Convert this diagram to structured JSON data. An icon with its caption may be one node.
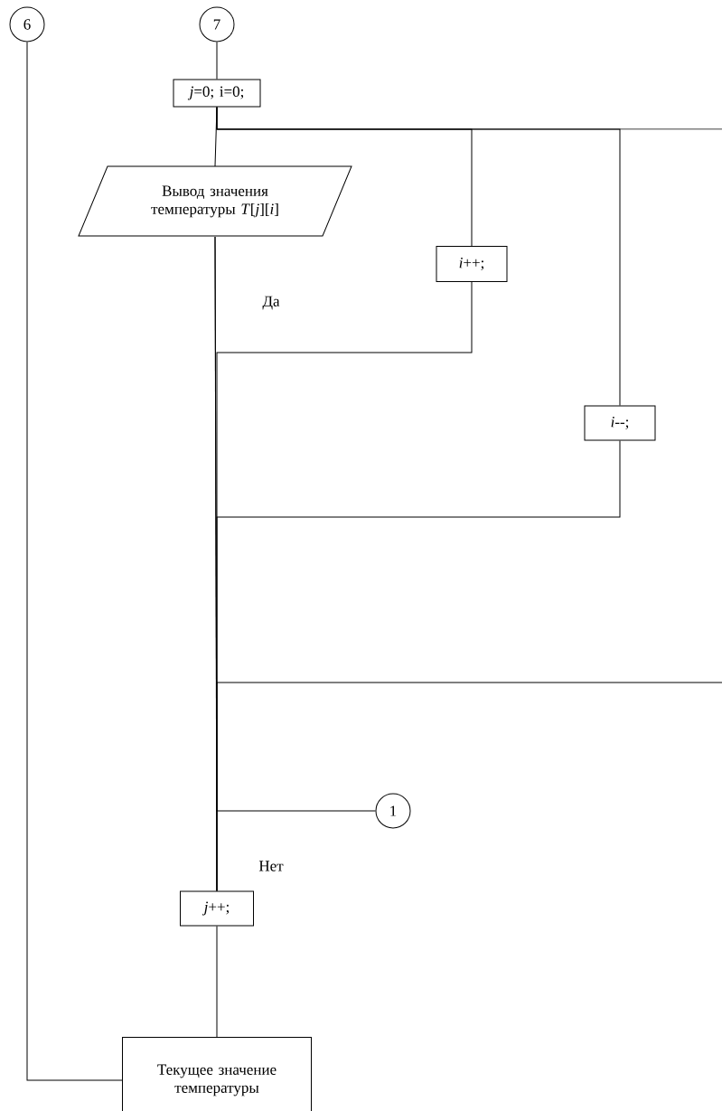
{
  "diagram": {
    "nodes": [
      {
        "text": [
          "6"
        ]
      },
      {
        "text": [
          "7"
        ]
      },
      {
        "text": [
          "*j*=0; i=0;"
        ]
      },
      {
        "text": [
          "Вывод значения температуры *T*[*j*][*i*]"
        ]
      },
      {
        "text": [
          "*i*++;"
        ]
      },
      {
        "text": [
          "*i*--;"
        ]
      },
      {
        "text": [
          "1"
        ]
      },
      {
        "text": [
          "*j*++;"
        ]
      },
      {
        "text": [
          "Текущее значение температуры"
        ]
      }
    ],
    "edges": [
      {
        "from": 1,
        "to": 2,
        "arrow": "none"
      },
      {
        "from": 2,
        "to": 3,
        "arrow": "none"
      },
      {
        "from": 2,
        "to": 4,
        "arrow": "none"
      },
      {
        "from": 2,
        "to": 5,
        "arrow": "none"
      },
      {
        "from": 2,
        "to": null,
        "arrow": "none"
      },
      {
        "from": 4,
        "to": 7,
        "arrow": "none"
      },
      {
        "from": 5,
        "to": 7,
        "arrow": "none"
      },
      {
        "from": null,
        "to": 7,
        "arrow": "none"
      },
      {
        "from": 3,
        "to": 6,
        "arrow": "none"
      },
      {
        "from": 3,
        "to": 7,
        "arrow": "none"
      },
      {
        "from": 7,
        "to": 8,
        "arrow": "none"
      },
      {
        "from": 0,
        "to": 8,
        "arrow": "none"
      }
    ],
    "labels": [
      "Да",
      "Нет"
    ]
  }
}
